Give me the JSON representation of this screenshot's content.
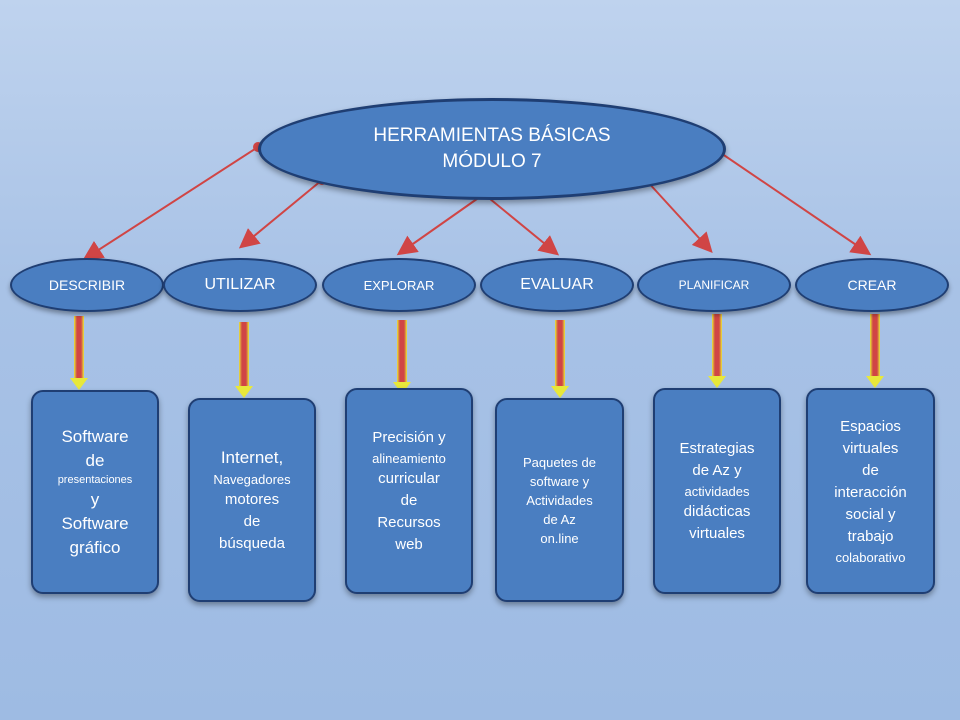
{
  "root": {
    "line1": "HERRAMIENTAS BÁSICAS",
    "line2": "MÓDULO 7"
  },
  "verbs": [
    "DESCRIBIR",
    "UTILIZAR",
    "EXPLORAR",
    "EVALUAR",
    "PLANIFICAR",
    "CREAR"
  ],
  "boxes": [
    [
      "Software",
      "de",
      "presentaciones",
      "y",
      "Software",
      "gráfico"
    ],
    [
      "Internet,",
      "Navegadores",
      "motores",
      "de",
      "búsqueda"
    ],
    [
      "Precisión y",
      "alineamiento",
      "curricular",
      "de",
      "Recursos",
      "web"
    ],
    [
      "Paquetes de",
      "software y",
      "Actividades",
      "de Az",
      "on.line"
    ],
    [
      "Estrategias",
      "de Az y",
      "actividades",
      "didácticas",
      "virtuales"
    ],
    [
      "Espacios",
      "virtuales",
      "de",
      "interacción",
      "social y",
      "trabajo",
      "colaborativo"
    ]
  ],
  "colors": {
    "node_fill": "#4a7ec1",
    "node_border": "#1f3e73",
    "connector": "#d04545",
    "arrow_head": "#e8e83a"
  }
}
